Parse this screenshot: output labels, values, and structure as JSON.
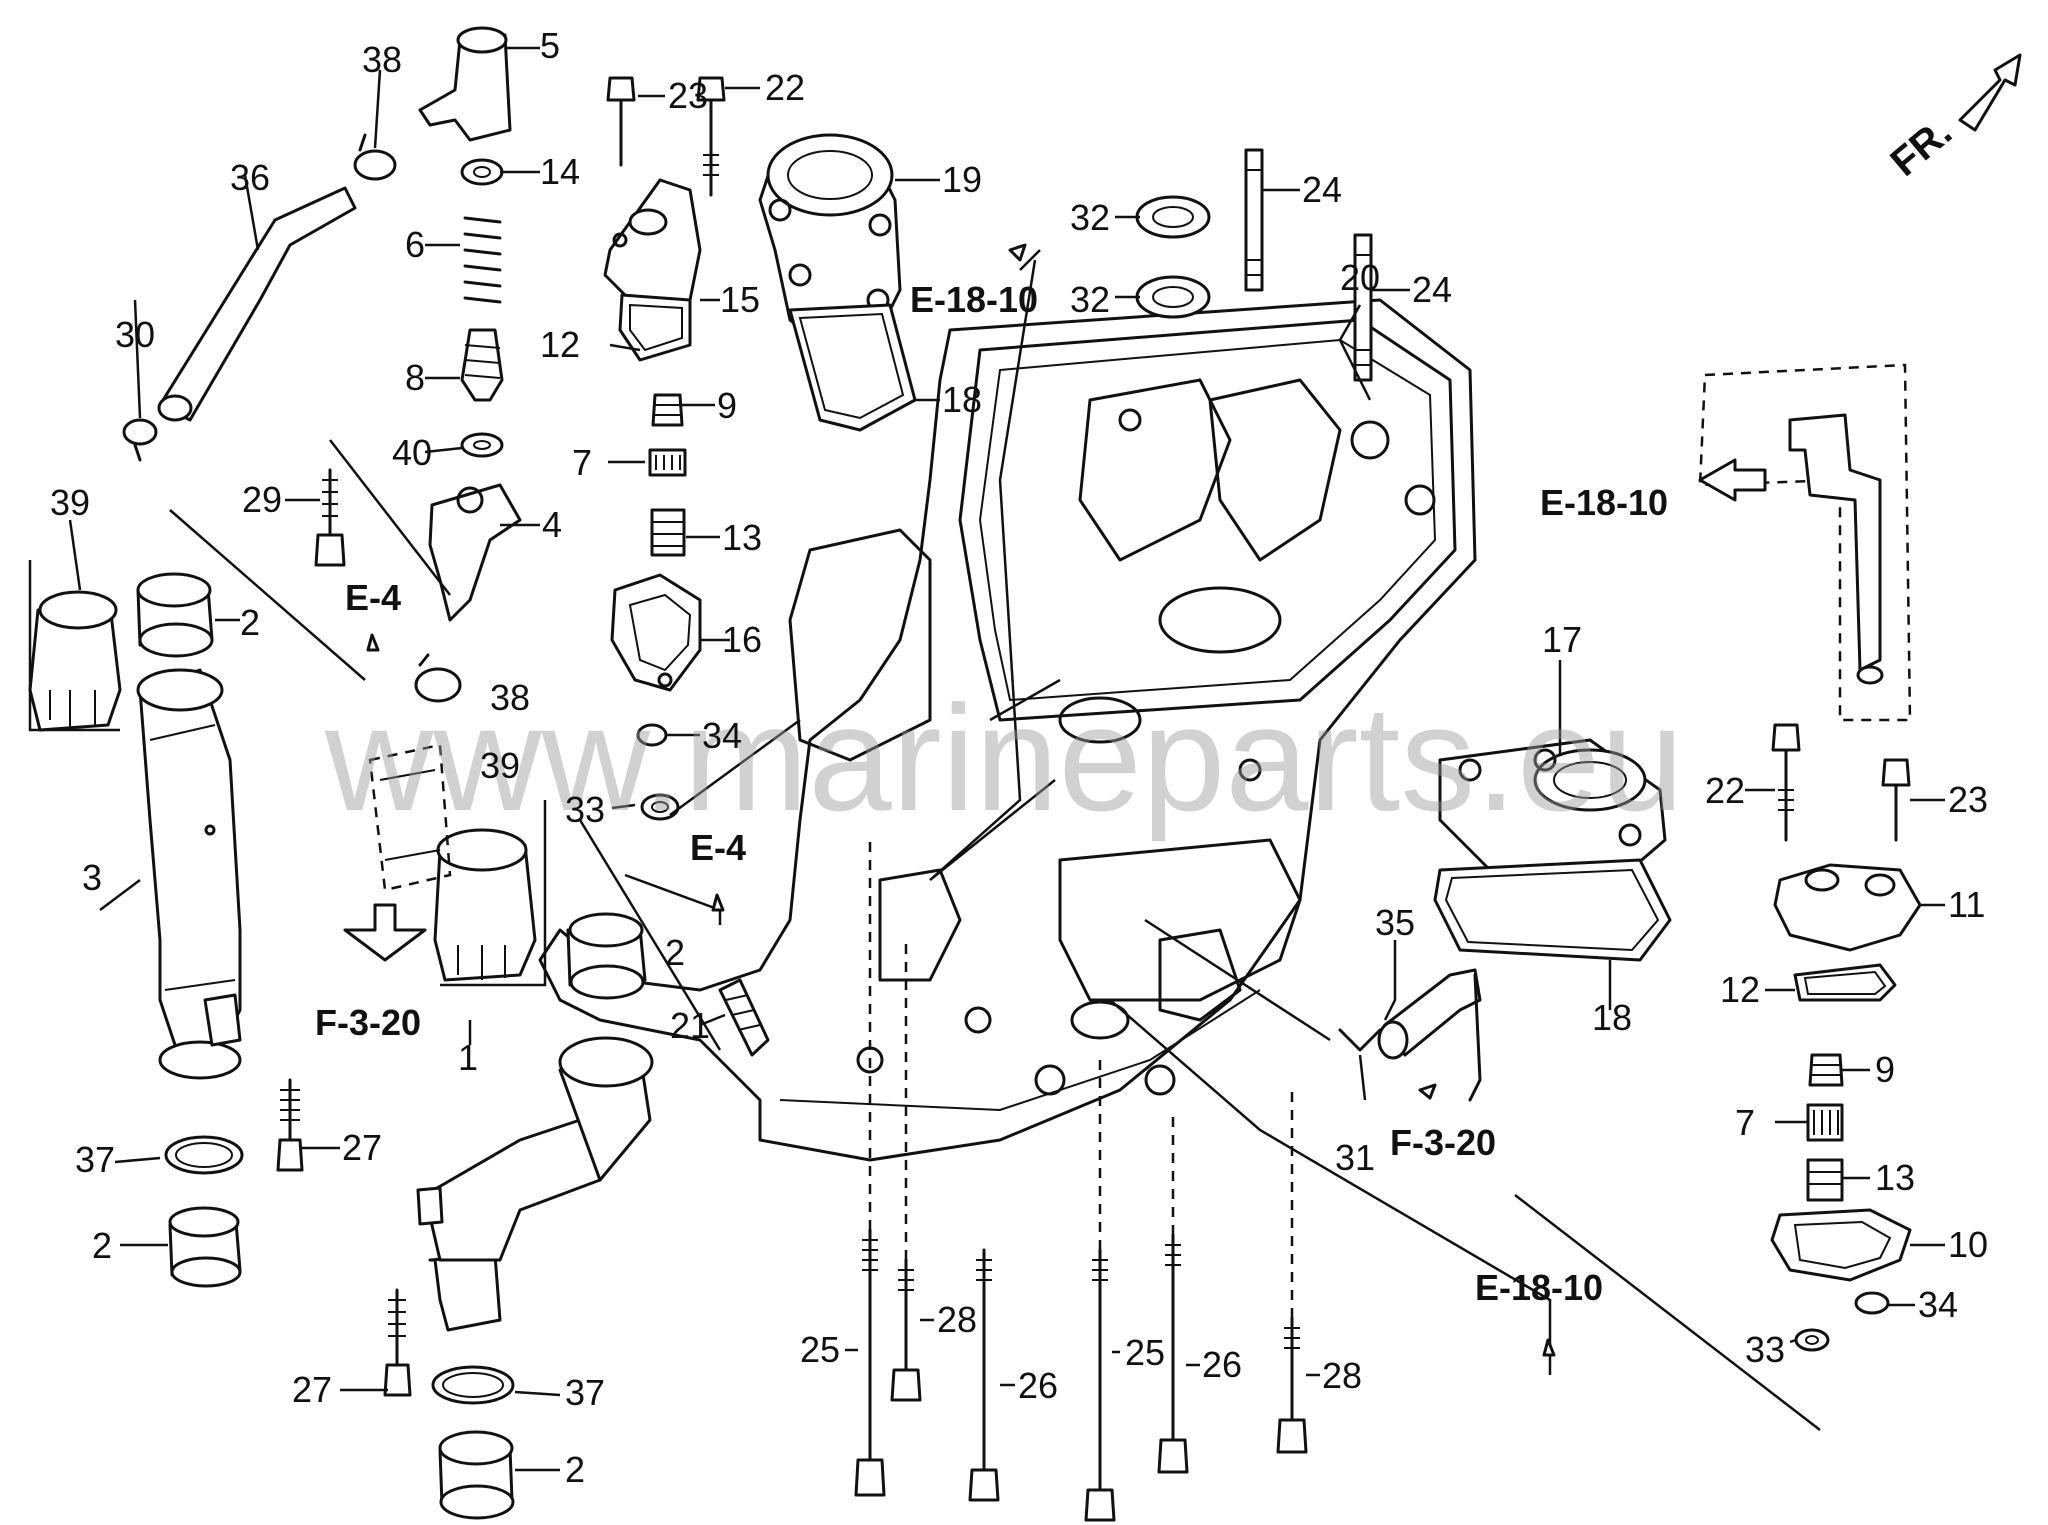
{
  "watermark": "www.marineparts.eu",
  "direction_label": "FR.",
  "references": {
    "e18_top": "E-18-10",
    "e18_right": "E-18-10",
    "e18_bottom": "E-18-10",
    "e4_left": "E-4",
    "e4_mid": "E-4",
    "f320_left": "F-3-20",
    "f320_right": "F-3-20"
  },
  "callouts": {
    "c1": "1",
    "c2a": "2",
    "c2b": "2",
    "c2c": "2",
    "c2d": "2",
    "c3": "3",
    "c4": "4",
    "c5": "5",
    "c6": "6",
    "c7a": "7",
    "c7b": "7",
    "c8": "8",
    "c9a": "9",
    "c9b": "9",
    "c10": "10",
    "c11": "11",
    "c12a": "12",
    "c12b": "12",
    "c13a": "13",
    "c13b": "13",
    "c14": "14",
    "c15": "15",
    "c16": "16",
    "c17": "17",
    "c18a": "18",
    "c18b": "18",
    "c19": "19",
    "c20": "20",
    "c21": "21",
    "c22a": "22",
    "c22b": "22",
    "c23a": "23",
    "c23b": "23",
    "c24a": "24",
    "c24b": "24",
    "c25a": "25",
    "c25b": "25",
    "c26a": "26",
    "c26b": "26",
    "c27a": "27",
    "c27b": "27",
    "c28a": "28",
    "c28b": "28",
    "c29": "29",
    "c30": "30",
    "c31": "31",
    "c32a": "32",
    "c32b": "32",
    "c33a": "33",
    "c33b": "33",
    "c34a": "34",
    "c34b": "34",
    "c35": "35",
    "c36": "36",
    "c37a": "37",
    "c37b": "37",
    "c38a": "38",
    "c38b": "38",
    "c39a": "39",
    "c39b": "39",
    "c40": "40"
  }
}
